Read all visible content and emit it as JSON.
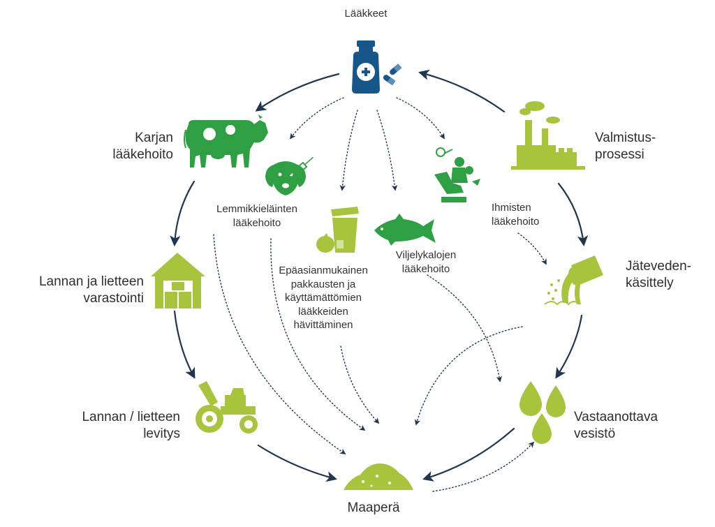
{
  "colors": {
    "navy": "#1f3650",
    "green": "#2ea043",
    "lime": "#a7c43c",
    "bottle": "#16568a"
  },
  "nodes": {
    "medicines": "Lääkkeet",
    "livestock": "Karjan\nlääkehoito",
    "manufacturing": "Valmistus-\nprosessi",
    "pets": "Lemmikkieläinten\nlääkehoito",
    "humans": "Ihmisten\nlääkehoito",
    "fish": "Viljelykalojen\nlääkehoito",
    "disposal": "Epäasianmukainen\npakkausten ja\nkäyttämättömien\nlääkkeiden\nhävittäminen",
    "storage": "Lannan ja lietteen\nvarastointi",
    "wastewater": "Jäteveden-\nkäsittely",
    "spreading": "Lannan / lietteen\nlevitys",
    "water": "Vastaanottava\nvesistö",
    "soil": "Maaperä"
  },
  "icons": {
    "medicines": "medicine-bottle-pills-icon",
    "livestock": "cow-icon",
    "pets": "dog-syringe-icon",
    "disposal": "trash-bin-icon",
    "fish": "fish-icon",
    "humans": "dentist-patient-icon",
    "manufacturing": "factory-icon",
    "storage": "barn-icon",
    "wastewater": "pipe-outflow-icon",
    "spreading": "tractor-icon",
    "water": "water-drops-icon",
    "soil": "soil-pile-icon"
  }
}
